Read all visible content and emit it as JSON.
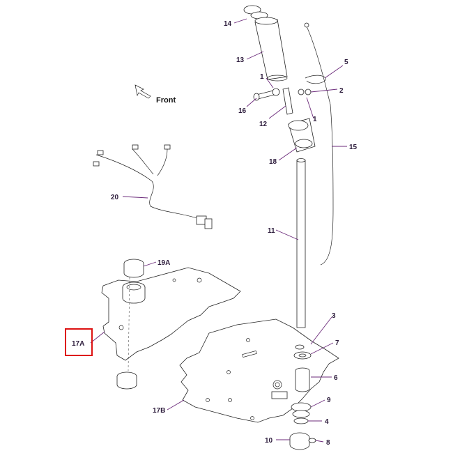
{
  "diagram": {
    "front_label": "Front",
    "callouts": [
      "14",
      "13",
      "1",
      "2",
      "5",
      "16",
      "12",
      "1",
      "18",
      "15",
      "20",
      "11",
      "19A",
      "17A",
      "3",
      "7",
      "6",
      "17B",
      "9",
      "4",
      "10",
      "8"
    ],
    "highlight_color": "#dd1111",
    "line_color": "#6b2a7a"
  }
}
